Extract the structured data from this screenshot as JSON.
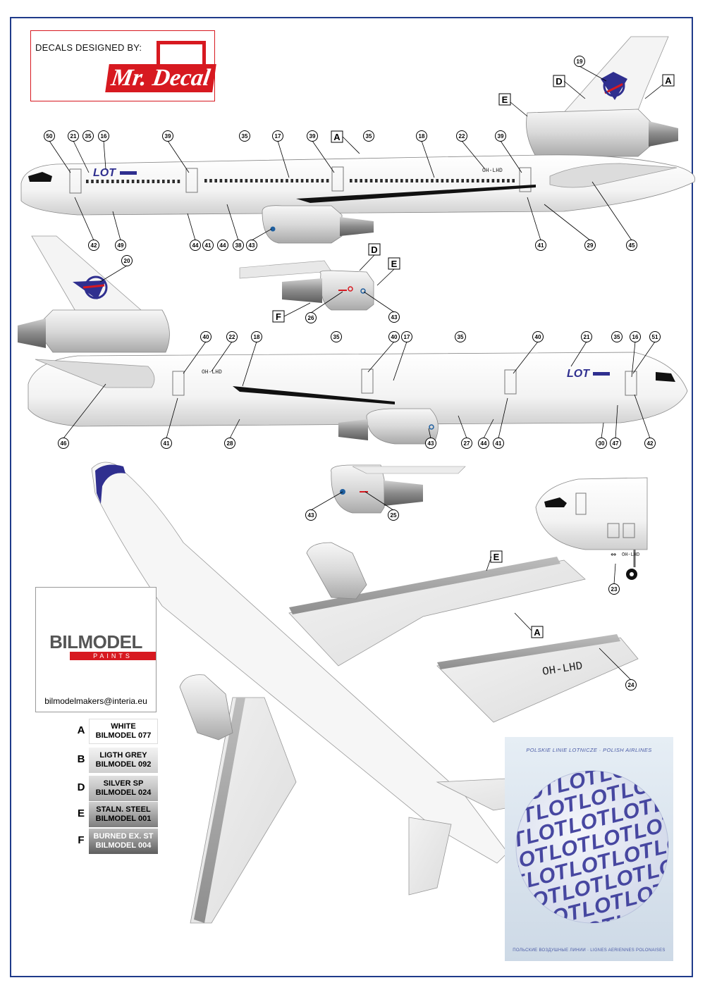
{
  "header": {
    "decals_label": "DECALS DESIGNED BY:",
    "brand": "Mr. Decal"
  },
  "registration": "OH-LHD",
  "airline_mark": "LOT",
  "paints_panel": {
    "brand": "BILMODEL",
    "sub": "PAINTS",
    "email": "bilmodelmakers@interia.eu"
  },
  "paint_table": [
    {
      "letter": "A",
      "line1": "WHITE",
      "line2": "BILMODEL 077",
      "color": "#ffffff"
    },
    {
      "letter": "B",
      "line1": "LIGTH GREY",
      "line2": "BILMODEL 092",
      "color": "#d9d9d9"
    },
    {
      "letter": "D",
      "line1": "SILVER SP",
      "line2": "BILMODEL 024",
      "color": "#c4c4c4"
    },
    {
      "letter": "E",
      "line1": "STALN. STEEL",
      "line2": "BILMODEL 001",
      "color": "#9e9e9e"
    },
    {
      "letter": "F",
      "line1": "BURNED EX. ST",
      "line2": "BILMODEL 004",
      "color": "#7d7d7d"
    }
  ],
  "poster": {
    "top_text": "POLSKIE LINIE LOTNICZE · POLISH AIRLINES",
    "bottom_text": "ПОЛЬСКИЕ ВОЗДУШНЫЕ ЛИНИИ · LIGNES AERIENNES POLONAISES",
    "globe_word": "LOT"
  },
  "letter_labels": {
    "side1": [
      "A",
      "D",
      "E",
      "A"
    ],
    "engine_mid": [
      "D",
      "E",
      "F"
    ],
    "top": [
      "E",
      "A"
    ],
    "poster": [
      "A"
    ]
  },
  "callouts": {
    "side1": [
      "50",
      "21",
      "35",
      "16",
      "39",
      "35",
      "17",
      "39",
      "35",
      "18",
      "22",
      "39",
      "19",
      "42",
      "49",
      "44",
      "41",
      "44",
      "38",
      "43",
      "41",
      "29",
      "45"
    ],
    "side2": [
      "20",
      "26",
      "43",
      "40",
      "22",
      "18",
      "35",
      "40",
      "17",
      "35",
      "40",
      "21",
      "35",
      "16",
      "51",
      "46",
      "41",
      "28",
      "43",
      "27",
      "44",
      "41",
      "30",
      "47",
      "42"
    ],
    "small": [
      "43",
      "25",
      "23",
      "24"
    ]
  },
  "colors": {
    "frame": "#1f3b8a",
    "lot_blue": "#2f2f8f",
    "lot_red": "#d71920",
    "metal": "#a9a9a9"
  }
}
